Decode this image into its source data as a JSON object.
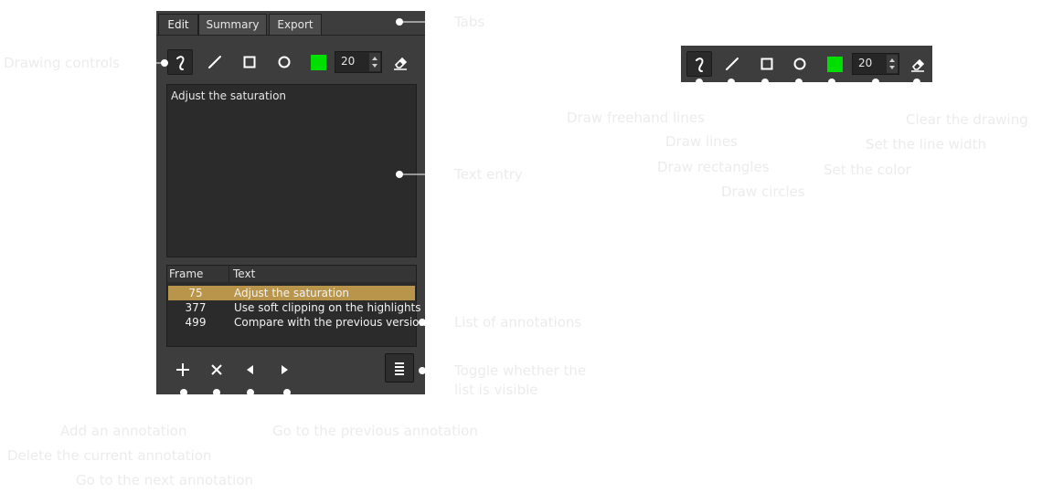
{
  "tabs": [
    "Edit",
    "Summary",
    "Export"
  ],
  "active_tab": "Edit",
  "drawing": {
    "tools": [
      "freehand-icon",
      "line-icon",
      "rectangle-icon",
      "circle-icon"
    ],
    "selected_tool": "freehand-icon",
    "color": "#00e000",
    "line_width": "20"
  },
  "text_entry": {
    "value": "Adjust the saturation"
  },
  "annotation_list": {
    "headers": [
      "Frame",
      "Text"
    ],
    "rows": [
      {
        "frame": "75",
        "text": "Adjust the saturation",
        "selected": true
      },
      {
        "frame": "377",
        "text": "Use soft clipping on the highlights",
        "selected": false
      },
      {
        "frame": "499",
        "text": "Compare with the previous version",
        "selected": false
      }
    ]
  },
  "toolbar2": {
    "line_width": "20"
  },
  "callouts": {
    "tabs": "Tabs",
    "drawing_controls": "Drawing controls",
    "text_entry": "Text entry",
    "list": "List of annotations",
    "toggle_line1": "Toggle whether the",
    "toggle_line2": "list is visible",
    "add": "Add an annotation",
    "delete": "Delete the current annotation",
    "next": "Go to the next annotation",
    "previous": "Go to the previous annotation",
    "freehand": "Draw freehand lines",
    "lines": "Draw lines",
    "rectangles": "Draw rectangles",
    "circles": "Draw circles",
    "color": "Set the color",
    "line_width": "Set the line width",
    "clear": "Clear the drawing"
  },
  "colors": {
    "panel": "#3d3d3d",
    "selection": "#b8954a",
    "callout_text": "#ececec"
  }
}
